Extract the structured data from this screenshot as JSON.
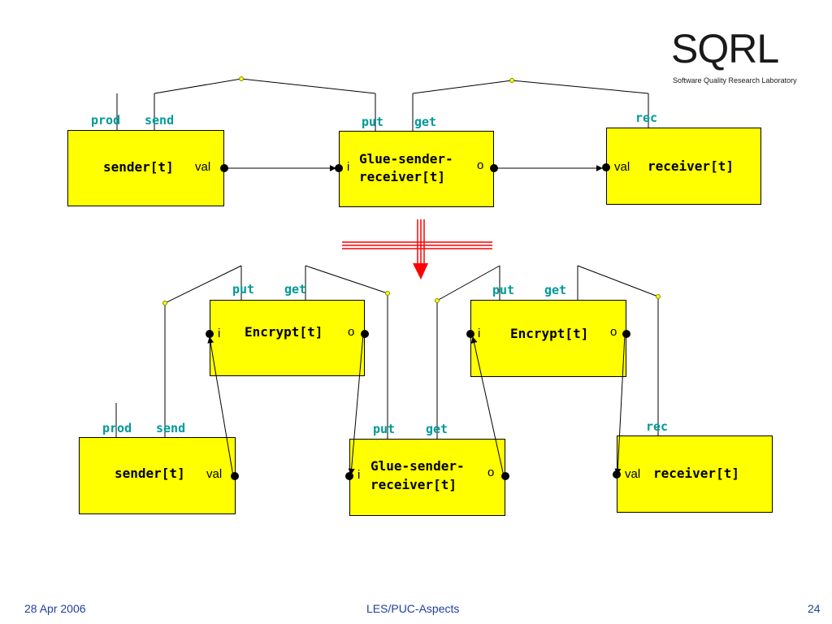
{
  "logo": {
    "title": "SQRL",
    "subtitle": "Software Quality Research Laboratory"
  },
  "top": {
    "sender": {
      "name": "sender[t]",
      "port_val": "val",
      "tag_prod": "prod",
      "tag_send": "send"
    },
    "glue": {
      "name_line1": "Glue-sender-",
      "name_line2": "receiver[t]",
      "port_i": "i",
      "port_o": "o",
      "tag_put": "put",
      "tag_get": "get"
    },
    "receiver": {
      "name": "receiver[t]",
      "port_val": "val",
      "tag_rec": "rec"
    }
  },
  "bottom": {
    "encrypt_left": {
      "name": "Encrypt[t]",
      "port_i": "i",
      "port_o": "o",
      "tag_put": "put",
      "tag_get": "get"
    },
    "encrypt_right": {
      "name": "Encrypt[t]",
      "port_i": "i",
      "port_o": "o",
      "tag_put": "put",
      "tag_get": "get"
    },
    "sender": {
      "name": "sender[t]",
      "port_val": "val",
      "tag_prod": "prod",
      "tag_send": "send"
    },
    "glue": {
      "name_line1": "Glue-sender-",
      "name_line2": "receiver[t]",
      "port_i": "i",
      "port_o": "o",
      "tag_put": "put",
      "tag_get": "get"
    },
    "receiver": {
      "name": "receiver[t]",
      "port_val": "val",
      "tag_rec": "rec"
    }
  },
  "colors": {
    "box": "#ffff00",
    "tag": "#009999",
    "arrow": "#ff0000",
    "footer": "#1f3f9f"
  },
  "footer": {
    "date": "28 Apr 2006",
    "title": "LES/PUC-Aspects",
    "page": "24"
  }
}
